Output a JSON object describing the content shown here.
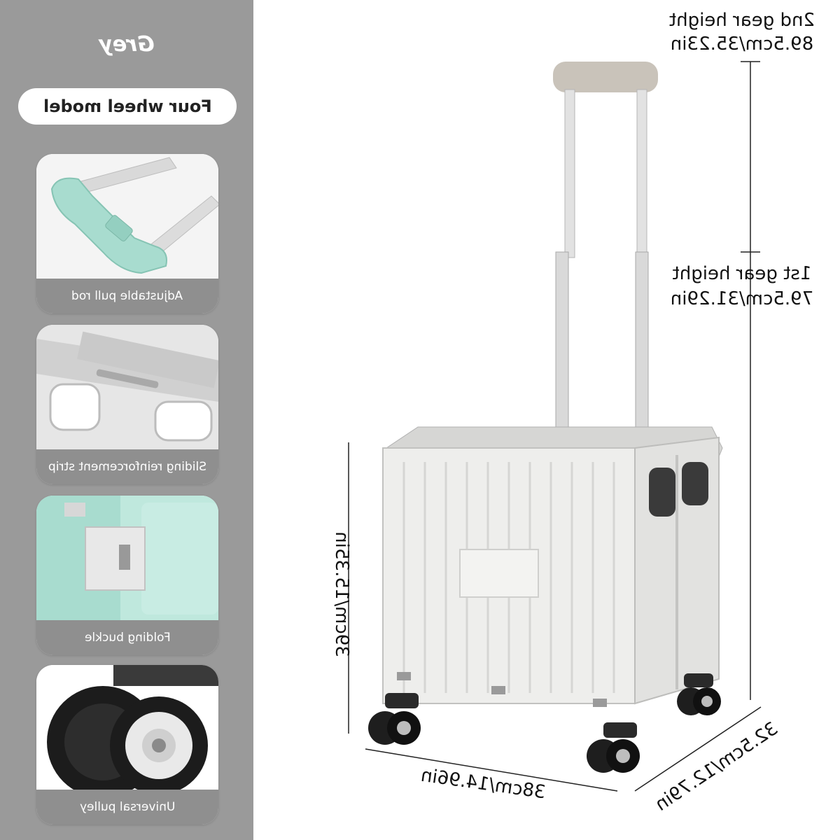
{
  "sidebar": {
    "color_name": "Grey",
    "model_label": "Four wheel model",
    "features": [
      {
        "label": "Adjustable pull rod",
        "icon": "pull-rod-icon"
      },
      {
        "label": "Sliding reinforcement strip",
        "icon": "reinforcement-strip-icon"
      },
      {
        "label": "Folding buckle",
        "icon": "folding-buckle-icon"
      },
      {
        "label": "Universal pulley",
        "icon": "wheel-icon"
      }
    ]
  },
  "dimensions": {
    "gear2_title": "2nd gear height",
    "gear2_value": "89.5cm/35.23in",
    "gear1_title": "1st gear height",
    "gear1_value": "79.5cm/31.29in",
    "height": "39cm/15.35in",
    "width": "38cm/14.96in",
    "depth": "32.5cm/12.79in"
  },
  "colors": {
    "sidebar_bg": "#9a9a9a",
    "accent_mint": "#a8dccf",
    "cart_body": "#ededec"
  }
}
